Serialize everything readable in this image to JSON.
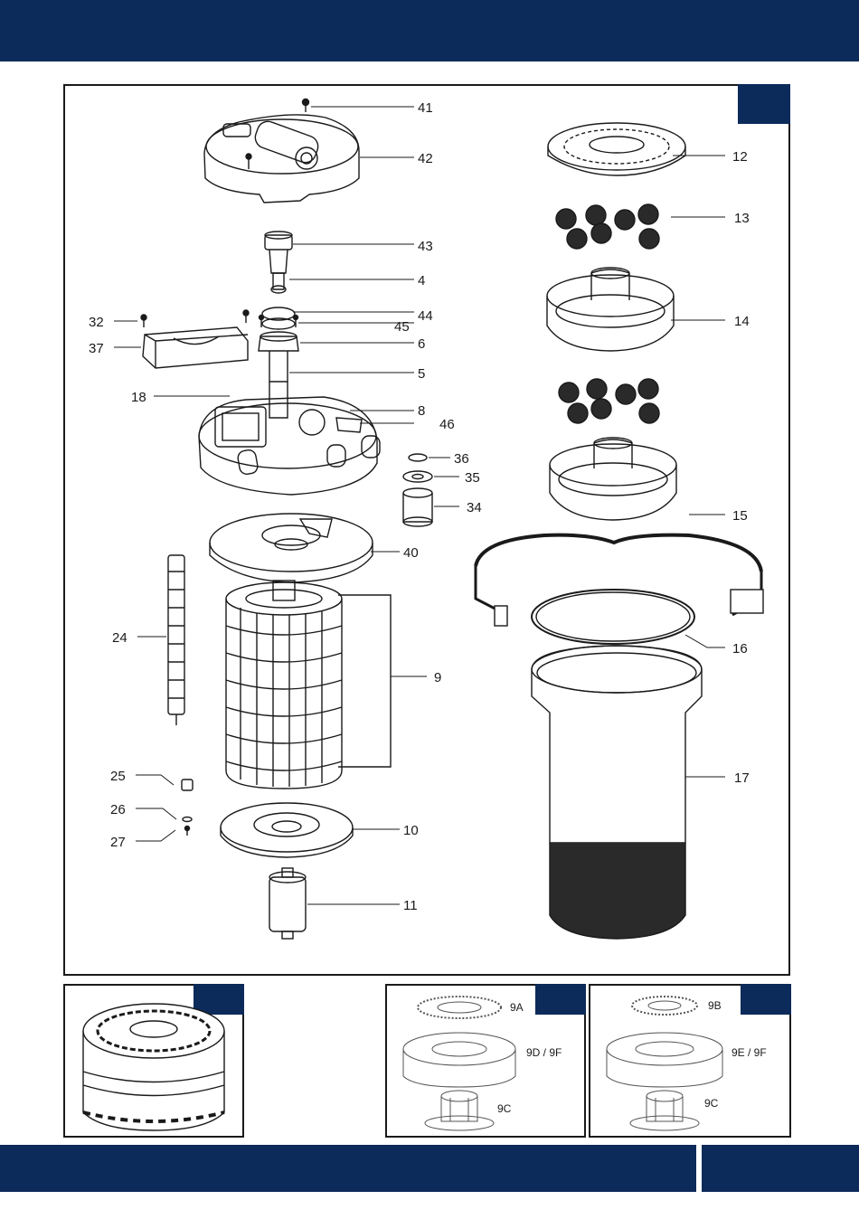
{
  "colors": {
    "navy": "#0c2a5a",
    "line": "#1a1a1a"
  },
  "main_callouts": [
    {
      "key": "41",
      "text": "41"
    },
    {
      "key": "42",
      "text": "42"
    },
    {
      "key": "43",
      "text": "43"
    },
    {
      "key": "4",
      "text": "4"
    },
    {
      "key": "44",
      "text": "44"
    },
    {
      "key": "45",
      "text": "45"
    },
    {
      "key": "6",
      "text": "6"
    },
    {
      "key": "5",
      "text": "5"
    },
    {
      "key": "8",
      "text": "8"
    },
    {
      "key": "46",
      "text": "46"
    },
    {
      "key": "36",
      "text": "36"
    },
    {
      "key": "35",
      "text": "35"
    },
    {
      "key": "34",
      "text": "34"
    },
    {
      "key": "40",
      "text": "40"
    },
    {
      "key": "9",
      "text": "9"
    },
    {
      "key": "10",
      "text": "10"
    },
    {
      "key": "11",
      "text": "11"
    },
    {
      "key": "32",
      "text": "32"
    },
    {
      "key": "37",
      "text": "37"
    },
    {
      "key": "18",
      "text": "18"
    },
    {
      "key": "24",
      "text": "24"
    },
    {
      "key": "25",
      "text": "25"
    },
    {
      "key": "26",
      "text": "26"
    },
    {
      "key": "27",
      "text": "27"
    },
    {
      "key": "12",
      "text": "12"
    },
    {
      "key": "13",
      "text": "13"
    },
    {
      "key": "14",
      "text": "14"
    },
    {
      "key": "15",
      "text": "15"
    },
    {
      "key": "16",
      "text": "16"
    },
    {
      "key": "17",
      "text": "17"
    }
  ],
  "panel_b_labels": {
    "a": "9A",
    "b": "9D / 9F",
    "c": "9C"
  },
  "panel_c_labels": {
    "a": "9B",
    "b": "9E / 9F",
    "c": "9C"
  }
}
